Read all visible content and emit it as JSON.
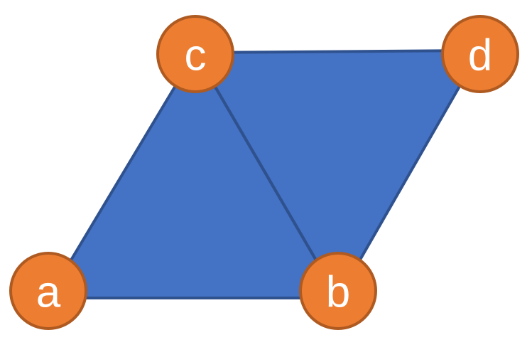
{
  "colors": {
    "fill": "#4472C4",
    "edge": "#2F528F",
    "node_fill": "#ED7D31",
    "node_stroke": "#AE5A21",
    "label": "#FFFFFF"
  },
  "nodes": {
    "a": {
      "label": "a"
    },
    "b": {
      "label": "b"
    },
    "c": {
      "label": "c"
    },
    "d": {
      "label": "d"
    }
  }
}
